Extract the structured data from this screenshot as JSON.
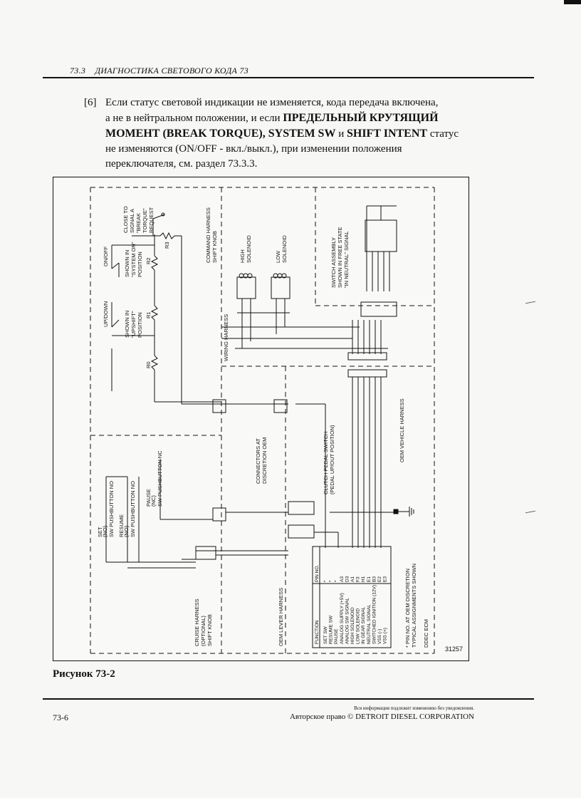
{
  "header": {
    "section": "73.3",
    "title": "ДИАГНОСТИКА СВЕТОВОГО КОДА 73"
  },
  "paragraph": {
    "number": "[6]",
    "line1": "Если статус световой индикации не изменяется, кода передача включена,",
    "line2": "а не в нейтральном положении, и если ",
    "line2_bold": "ПРЕДЕЛЬНЫЙ КРУТЯЩИЙ",
    "line3_bold": "МОМЕНТ (BREAK TORQUE), SYSTEM SW",
    "line3_mid": " и ",
    "line3_bold2": "SHIFT INTENT",
    "line3_end": " статус",
    "line4": "не изменяются (ON/OFF - вкл./выкл.), при изменении положения",
    "line5": "переключателя, см. раздел 73.3.3."
  },
  "figure": {
    "caption": "Рисунок 73-2",
    "id": "31257",
    "labels": {
      "close_to_signal": [
        "CLOSE TO",
        "SIGNAL A",
        "\"BREAK",
        "TORQUE\"",
        "REQUEST"
      ],
      "command_harness": [
        "COMMAND HARNESS",
        "SHIFT KNOB"
      ],
      "high_solenoid": [
        "HIGH",
        "SOLENOID"
      ],
      "low_solenoid": [
        "LOW",
        "SOLENOID"
      ],
      "switch_assembly": [
        "SWITCH ASSEMBLY",
        "SHOWN IN FREE STATE",
        "\"IN NEUTRAL\" SIGNAL"
      ],
      "on_off": "ON/OFF",
      "shown_in_system": [
        "SHOWN IN",
        "\"SYSTEM ON\"",
        "POSITION"
      ],
      "updown": "UP/DOWN",
      "shown_in_upshift": [
        "SHOWN IN",
        "\"UPSHIFT\"",
        "POSITION"
      ],
      "r0": "R0",
      "r1": "R1",
      "r2": "R2",
      "r3": "R3",
      "wiring_harness": "WIRING HARNESS",
      "oem_vehicle_harness": "OEM VEHICLE HARNESS",
      "connectors_at": [
        "CONNECTORS AT",
        "DISCRETION OEM"
      ],
      "clutch_pedal": [
        "CLUTCH PEDAL SWITCH",
        "(PEDAL UP/OUT POSITION)"
      ],
      "set": [
        "SET",
        "(NO)",
        "SW PUSHBUTTON NO"
      ],
      "resume": [
        "RESUME",
        "(NO)",
        "SW PUSHBUTTON NO"
      ],
      "pause": [
        "PAUSE",
        "(NC)",
        "SW PUSHBUTTON NC"
      ],
      "cruise_harness": [
        "CRUISE HARNESS",
        "(OPTIONAL)",
        "SHIFT KNOB"
      ],
      "oem_lever_harness": "OEM LEVER HARNESS",
      "pin_note": [
        "* PIN NO. AT OEM DISCRETION",
        "TYPICAL ASSIGNMENTS SHOWN"
      ],
      "ddec_ecm": "DDEC ECM"
    },
    "table": {
      "header_function": "FUNCTION",
      "header_pin": "PIN NO.",
      "rows": [
        {
          "function": "SET SW",
          "pin": "*"
        },
        {
          "function": "RESUME SW",
          "pin": "*"
        },
        {
          "function": "PAUSE",
          "pin": "*"
        },
        {
          "function": "ANALOG SUPPLY (+5V)",
          "pin": "A3"
        },
        {
          "function": "ANALOG SW SIGNAL",
          "pin": "D3"
        },
        {
          "function": "HIGH SOLENOID",
          "pin": "A1"
        },
        {
          "function": "LOW SOLENOID",
          "pin": "F3"
        },
        {
          "function": "IN GEAR SIGNAL",
          "pin": "H1"
        },
        {
          "function": "NEUTRAL SIGNAL",
          "pin": "E1"
        },
        {
          "function": "SWITCHED IGNITION (12V)",
          "pin": "B3"
        },
        {
          "function": "VSS (-)",
          "pin": "E2"
        },
        {
          "function": "VSS (+)",
          "pin": "E3"
        }
      ]
    }
  },
  "footer": {
    "page": "73-6",
    "note": "Вся информация подлежит изменению без уведомления.",
    "copyright": "Авторское право © DETROIT DIESEL CORPORATION"
  }
}
